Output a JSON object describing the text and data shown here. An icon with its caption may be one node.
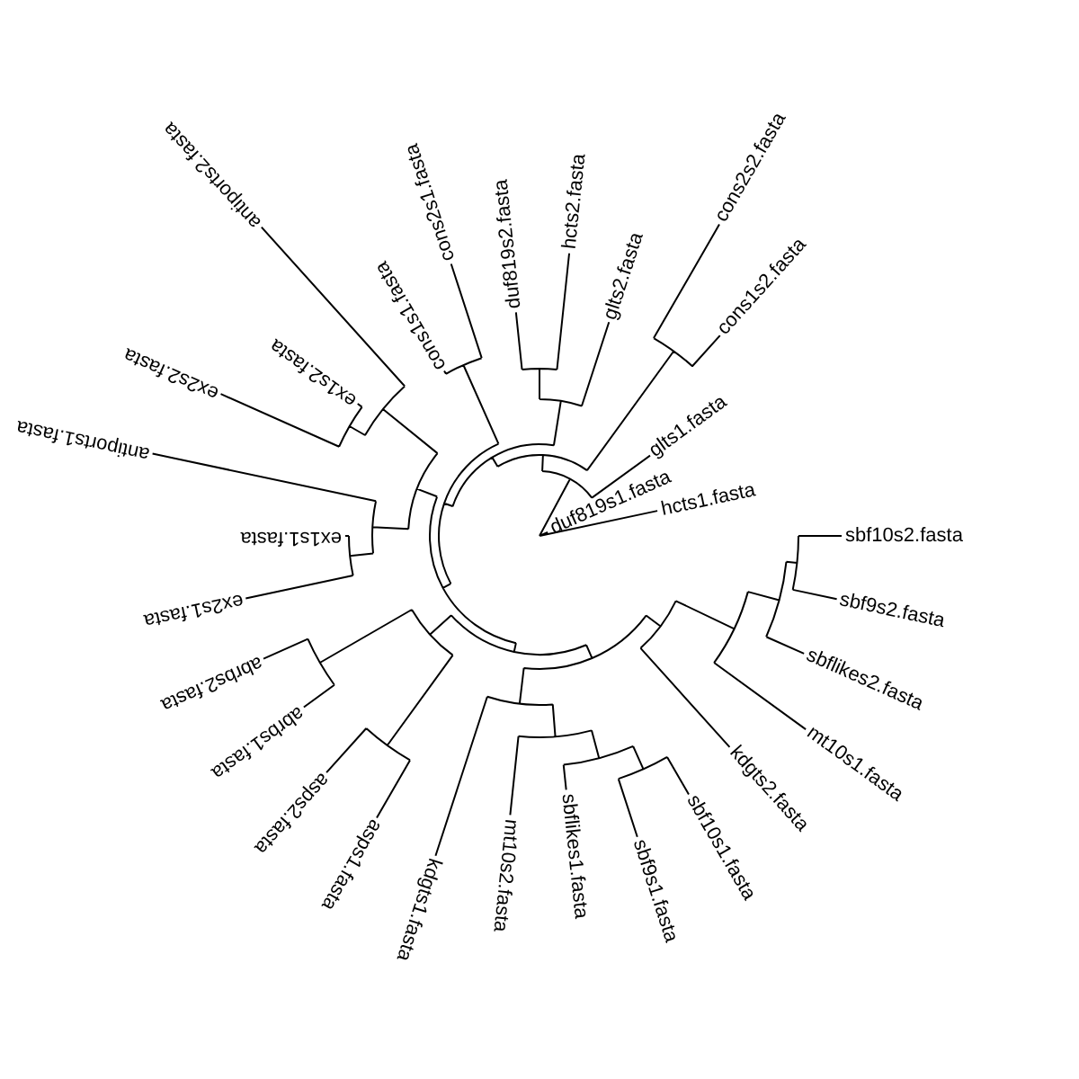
{
  "diagram": {
    "labels": [
      "antiports2.fasta",
      "cons1s1.fasta",
      "cons2s1.fasta",
      "duf819s2.fasta",
      "hcts2.fasta",
      "glts2.fasta",
      "cons2s2.fasta",
      "cons1s2.fasta",
      "glts1.fasta",
      "duf819s1.fasta",
      "hcts1.fasta",
      "sbf10s2.fasta",
      "sbf9s2.fasta",
      "sbflikes2.fasta",
      "mt10s1.fasta",
      "kdgts2.fasta",
      "sbf10s1.fasta",
      "sbf9s1.fasta",
      "sbflikes1.fasta",
      "mt10s2.fasta",
      "kdgts1.fasta",
      "asps1.fasta",
      "asps2.fasta",
      "abrbs1.fasta",
      "abrbs2.fasta",
      "ex2s1.fasta",
      "ex1s1.fasta",
      "antiports1.fasta",
      "ex2s2.fasta",
      "ex1s2.fasta"
    ]
  }
}
